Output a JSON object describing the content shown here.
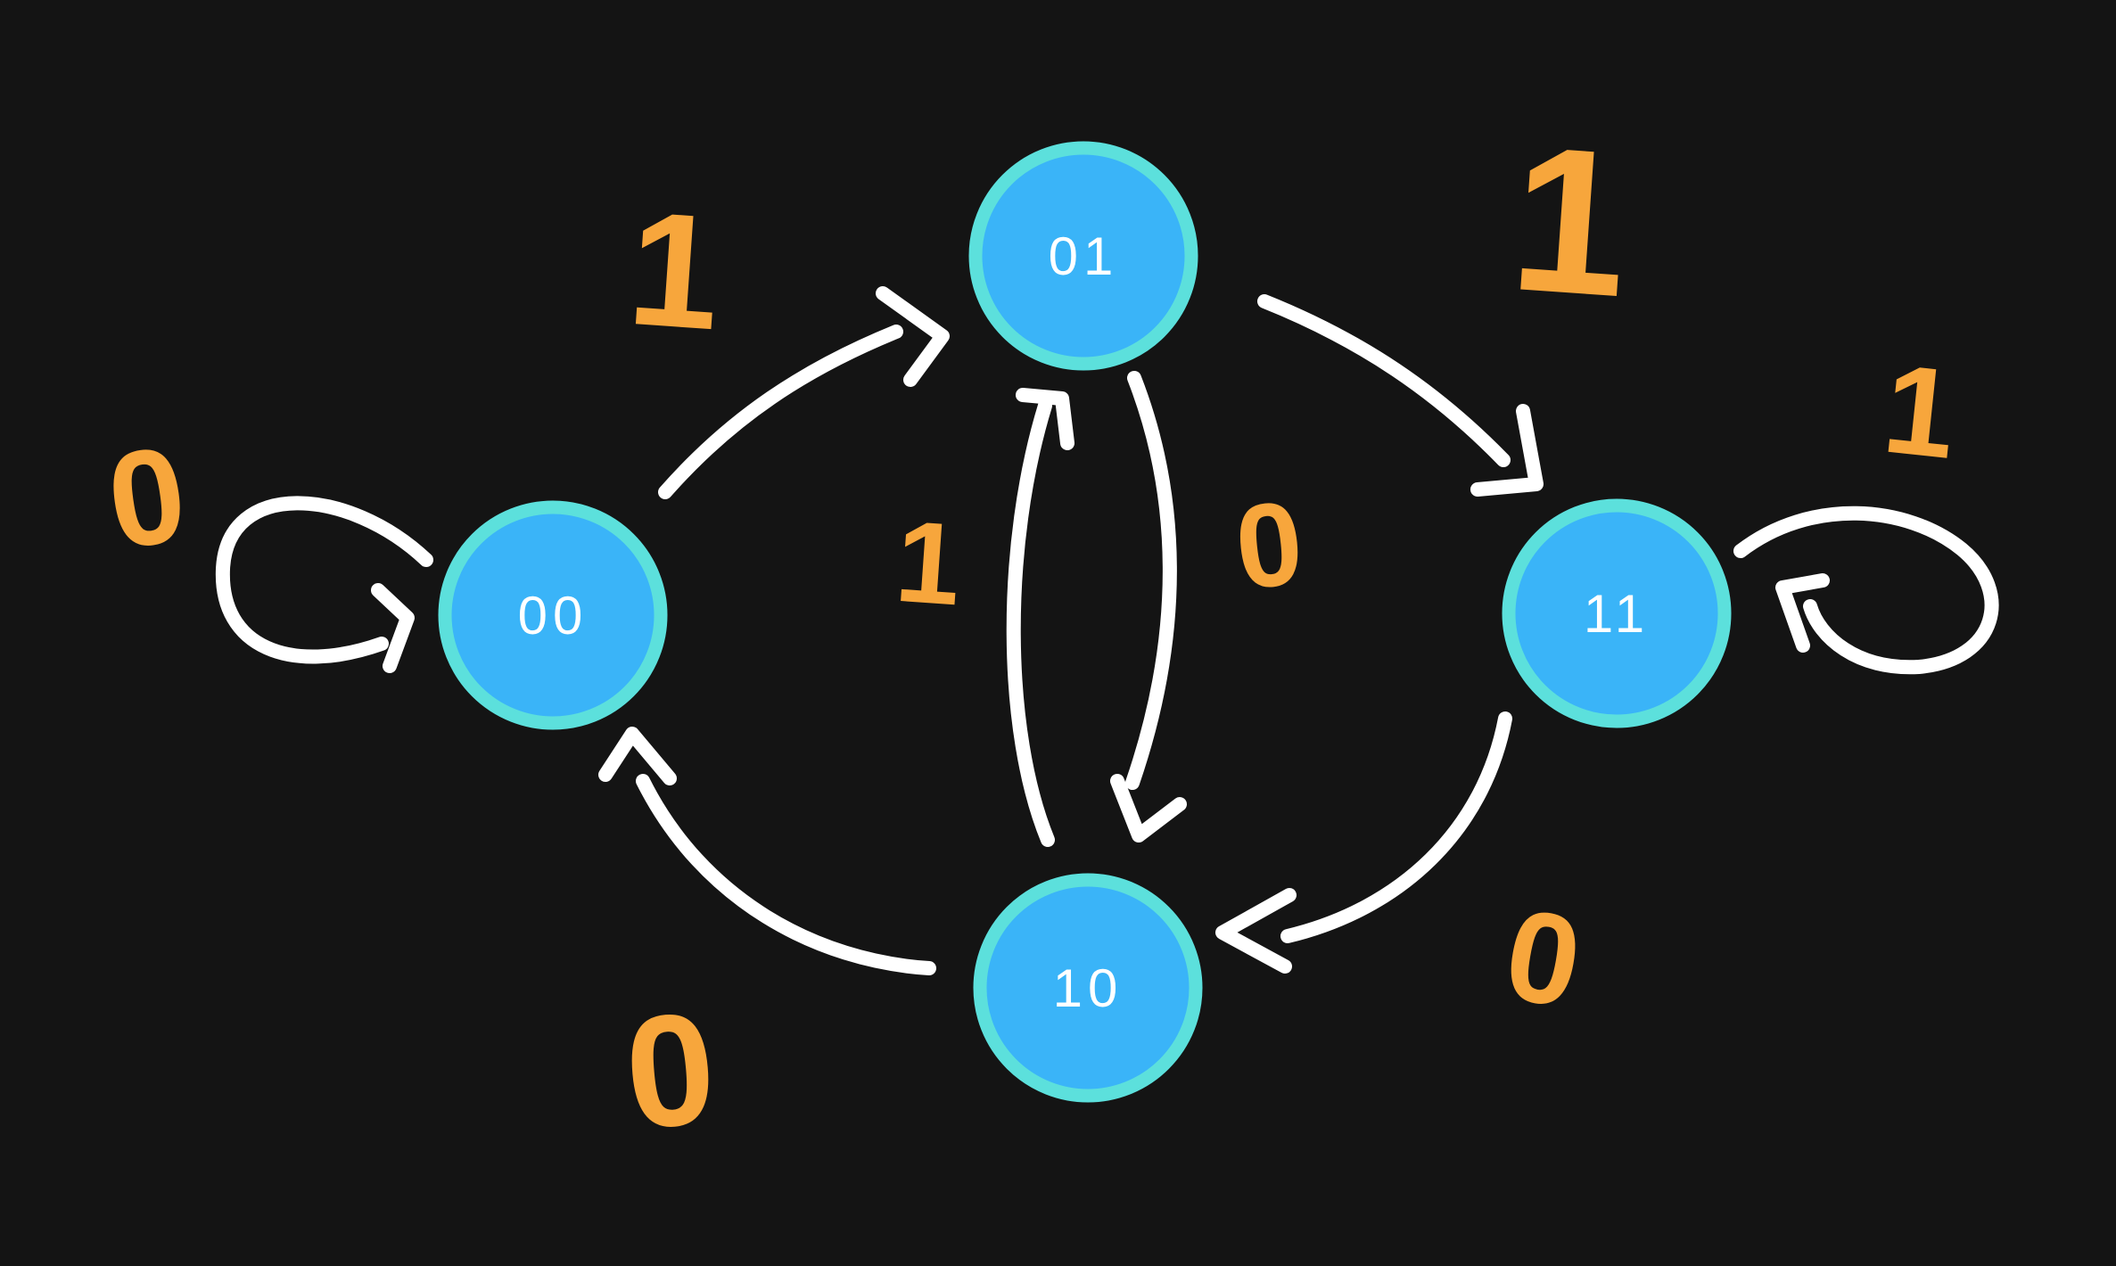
{
  "canvas": {
    "background": "#141414"
  },
  "colors": {
    "state_fill": "#3ab4f8",
    "state_border": "#5ce0dc",
    "state_text": "#ffffff",
    "arrow": "#ffffff",
    "label": "#f7a63c"
  },
  "states": [
    {
      "id": "00",
      "label": "00"
    },
    {
      "id": "01",
      "label": "01"
    },
    {
      "id": "10",
      "label": "10"
    },
    {
      "id": "11",
      "label": "11"
    }
  ],
  "transitions": [
    {
      "from": "00",
      "to": "00",
      "input": "0"
    },
    {
      "from": "00",
      "to": "01",
      "input": "1"
    },
    {
      "from": "01",
      "to": "11",
      "input": "1"
    },
    {
      "from": "11",
      "to": "11",
      "input": "1"
    },
    {
      "from": "01",
      "to": "10",
      "input": "0"
    },
    {
      "from": "10",
      "to": "01",
      "input": "1"
    },
    {
      "from": "11",
      "to": "10",
      "input": "0"
    },
    {
      "from": "10",
      "to": "00",
      "input": "0"
    }
  ]
}
